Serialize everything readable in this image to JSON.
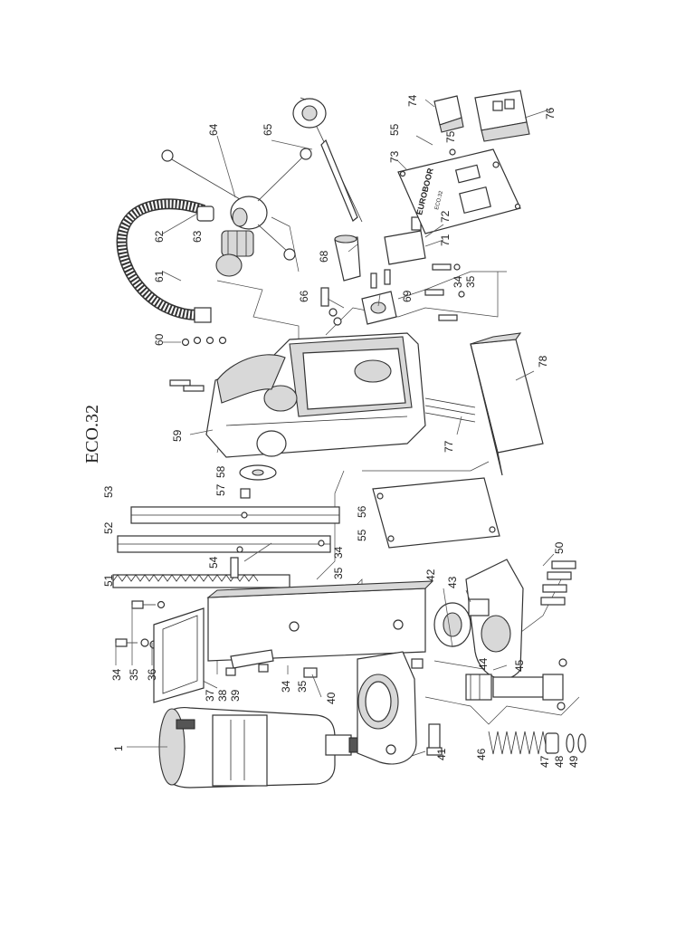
{
  "model": "ECO.32",
  "brand_plate_text": "EUROBOOR",
  "plate_model_text": "ECO.32",
  "callouts": [
    "1",
    "34",
    "35",
    "36",
    "37",
    "38",
    "39",
    "34",
    "35",
    "40",
    "41",
    "42",
    "43",
    "44",
    "45",
    "46",
    "47",
    "48",
    "49",
    "50",
    "51",
    "52",
    "53",
    "54",
    "34",
    "35",
    "55",
    "56",
    "57",
    "58",
    "59",
    "60",
    "61",
    "62",
    "63",
    "64",
    "65",
    "66",
    "68",
    "69",
    "34",
    "35",
    "71",
    "72",
    "73",
    "55",
    "74",
    "75",
    "76",
    "77",
    "78"
  ]
}
